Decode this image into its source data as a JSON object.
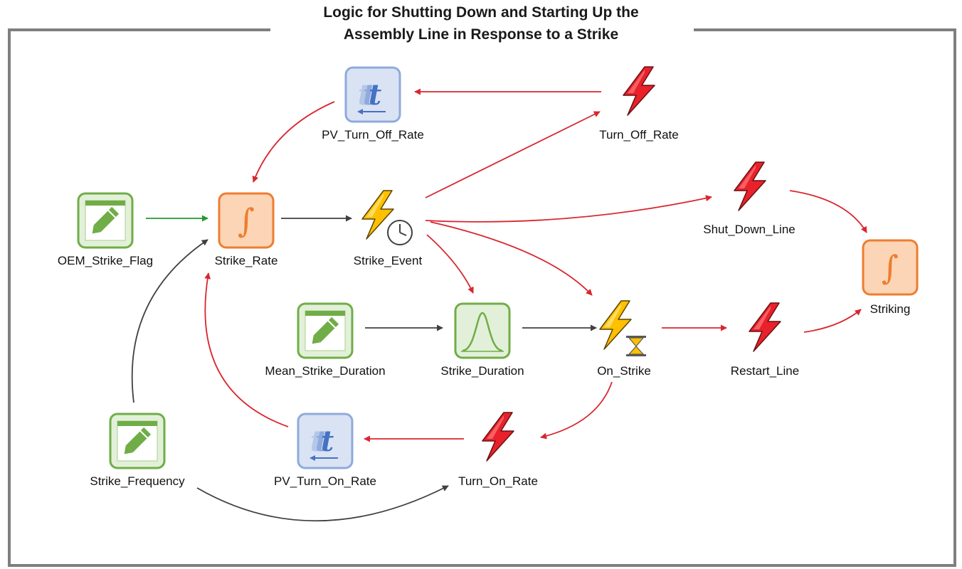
{
  "title": {
    "line1": "Logic for Shutting Down and Starting Up the",
    "line2": "Assembly Line in Response to a Strike"
  },
  "colors": {
    "frame": "#7f7f7f",
    "data_fill": "#e2f0d9",
    "data_border": "#70ad47",
    "container_fill": "#fbd5b5",
    "container_border": "#ed7d31",
    "previous_value_fill": "#dae3f3",
    "previous_value_border": "#8faadc",
    "lightning_red": "#e8212b",
    "lightning_yellow": "#ffc000",
    "arrow_red": "#d9262e",
    "arrow_gray": "#404040",
    "arrow_green": "#219b2e"
  },
  "nodes": {
    "pv_turn_off_rate": {
      "label": "PV_Turn_Off_Rate",
      "icon": "previous-value-icon"
    },
    "turn_off_rate": {
      "label": "Turn_Off_Rate",
      "icon": "action-lightning-icon"
    },
    "oem_strike_flag": {
      "label": "OEM_Strike_Flag",
      "icon": "data-pencil-icon"
    },
    "strike_rate": {
      "label": "Strike_Rate",
      "icon": "integral-icon"
    },
    "strike_event": {
      "label": "Strike_Event",
      "icon": "timed-event-icon"
    },
    "shut_down_line": {
      "label": "Shut_Down_Line",
      "icon": "action-lightning-icon"
    },
    "striking": {
      "label": "Striking",
      "icon": "integral-icon"
    },
    "mean_strike_duration": {
      "label": "Mean_Strike_Duration",
      "icon": "data-pencil-icon"
    },
    "strike_duration": {
      "label": "Strike_Duration",
      "icon": "distribution-icon"
    },
    "on_strike": {
      "label": "On_Strike",
      "icon": "triggered-delay-icon"
    },
    "restart_line": {
      "label": "Restart_Line",
      "icon": "action-lightning-icon"
    },
    "strike_frequency": {
      "label": "Strike_Frequency",
      "icon": "data-pencil-icon"
    },
    "pv_turn_on_rate": {
      "label": "PV_Turn_On_Rate",
      "icon": "previous-value-icon"
    },
    "turn_on_rate": {
      "label": "Turn_On_Rate",
      "icon": "action-lightning-icon"
    }
  }
}
